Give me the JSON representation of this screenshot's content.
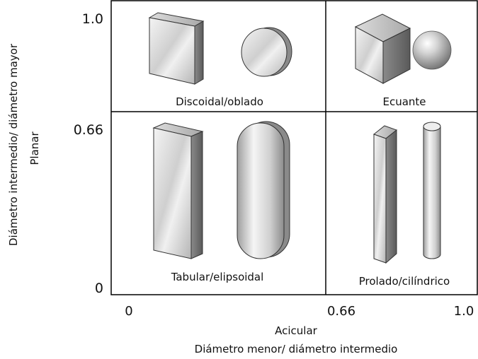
{
  "y_axis": {
    "title_line1": "Diámetro intermedio/ diámetro mayor",
    "title_line2": "Planar",
    "ticks": [
      "1.0",
      "0.66",
      "0"
    ]
  },
  "x_axis": {
    "title_line1": "Acicular",
    "title_line2": "Diámetro menor/ diámetro intermedio",
    "ticks": [
      "0",
      "0.66",
      "1.0"
    ]
  },
  "quadrants": {
    "top_left": "Discoidal/oblado",
    "top_right": "Ecuante",
    "bottom_left": "Tabular/elipsoidal",
    "bottom_right": "Prolado/cilíndrico"
  },
  "shapes": {
    "top_left": [
      "square-plate-icon",
      "disc-icon"
    ],
    "top_right": [
      "cube-icon",
      "sphere-icon"
    ],
    "bottom_left": [
      "tall-plate-icon",
      "elongated-disc-icon"
    ],
    "bottom_right": [
      "square-rod-icon",
      "cylinder-icon"
    ]
  },
  "colors": {
    "line": "#000000",
    "shape_light": "#f2f2f2",
    "shape_mid": "#bdbdbd",
    "shape_dark": "#6e6e6e"
  }
}
